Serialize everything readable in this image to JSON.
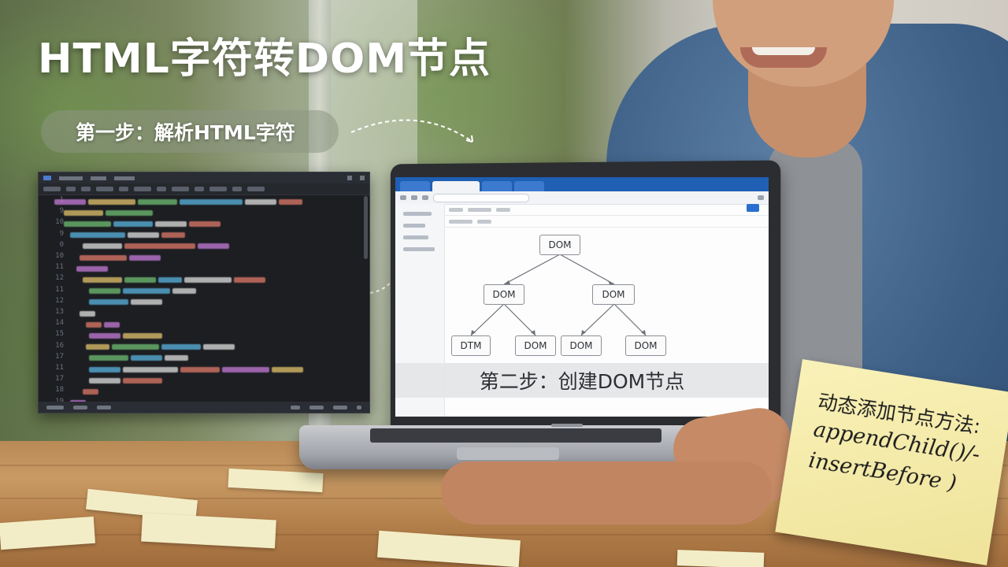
{
  "slide": {
    "title": "HTML字符转DOM节点",
    "step1_label": "第一步：解析HTML字符",
    "step2_label": "第二步：创建DOM节点"
  },
  "tree": {
    "root": "DOM",
    "level2": [
      "DOM",
      "DOM"
    ],
    "level3": [
      "DTM",
      "DOM",
      "DOM",
      "DOM"
    ]
  },
  "sticky_note": {
    "line1": "动态添加节点方法:",
    "line2": "appendChild()/-",
    "line3": "insertBefore )"
  },
  "editor": {
    "line_numbers": [
      "1",
      "9",
      "10",
      "9",
      "0",
      "10",
      "11",
      "12",
      "11",
      "12",
      "13",
      "14",
      "15",
      "16",
      "17",
      "11",
      "17",
      "18",
      "19"
    ],
    "code_colors": [
      "#c57bd8",
      "#e3c46c",
      "#6fbf73",
      "#59b4e0",
      "#e0e0e0",
      "#e07a6a"
    ]
  }
}
